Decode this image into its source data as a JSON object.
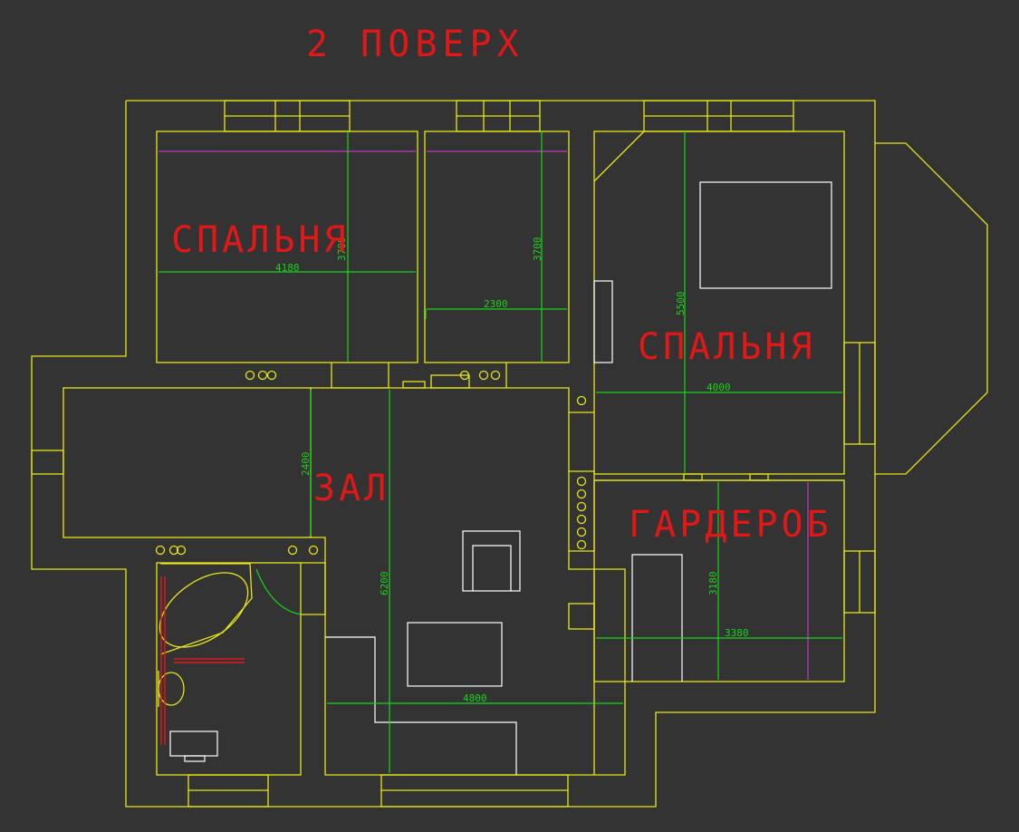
{
  "title": "2 ПОВЕРХ",
  "rooms": {
    "bedroom_left": "СПАЛЬНЯ",
    "bedroom_right": "СПАЛЬНЯ",
    "hall": "ЗАЛ",
    "wardrobe": "ГАРДЕРОБ"
  },
  "dimensions": {
    "bedroom_left_width": "4180",
    "bedroom_left_height": "3700",
    "small_room_width": "2300",
    "small_room_height": "3700",
    "bedroom_right_width": "4000",
    "bedroom_right_height": "5500",
    "hall_left_height": "2400",
    "hall_height": "6200",
    "hall_width": "4800",
    "wardrobe_width": "3380",
    "wardrobe_height": "3180"
  },
  "colors": {
    "background": "#333333",
    "walls": "#e6e61a",
    "dimension_lines": "#19d419",
    "labels": "#e01818",
    "furniture": "#ffffff",
    "accent": "#c03cc0"
  }
}
